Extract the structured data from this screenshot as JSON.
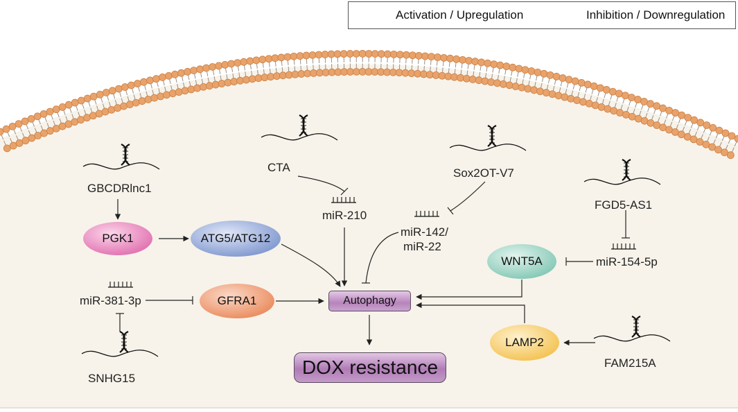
{
  "legend": {
    "activation": "Activation / Upregulation",
    "inhibition": "Inhibition / Downregulation"
  },
  "lncrnas": {
    "gbcdrlnc1": "GBCDRlnc1",
    "cta": "CTA",
    "sox2ot": "Sox2OT-V7",
    "fgd5": "FGD5-AS1",
    "snhg15": "SNHG15",
    "fam215a": "FAM215A"
  },
  "mirnas": {
    "mir210": "miR-210",
    "mir142_line1": "miR-142/",
    "mir142_line2": "miR-22",
    "mir154": "miR-154-5p",
    "mir381": "miR-381-3p"
  },
  "proteins": {
    "pgk1": "PGK1",
    "atg": "ATG5/ATG12",
    "gfra1": "GFRA1",
    "wnt5a": "WNT5A",
    "lamp2": "LAMP2"
  },
  "outputs": {
    "autophagy": "Autophagy",
    "dox": "DOX resistance"
  },
  "colors": {
    "cytoplasm": "#f7f3ea",
    "lipid_head": "#e9a36a",
    "pgk1": "#e98ec0",
    "atg": "#97abd8",
    "gfra1": "#f1a079",
    "wnt5a": "#9cd4c5",
    "lamp2": "#f6cf72",
    "autophagy": "#b784bc"
  }
}
